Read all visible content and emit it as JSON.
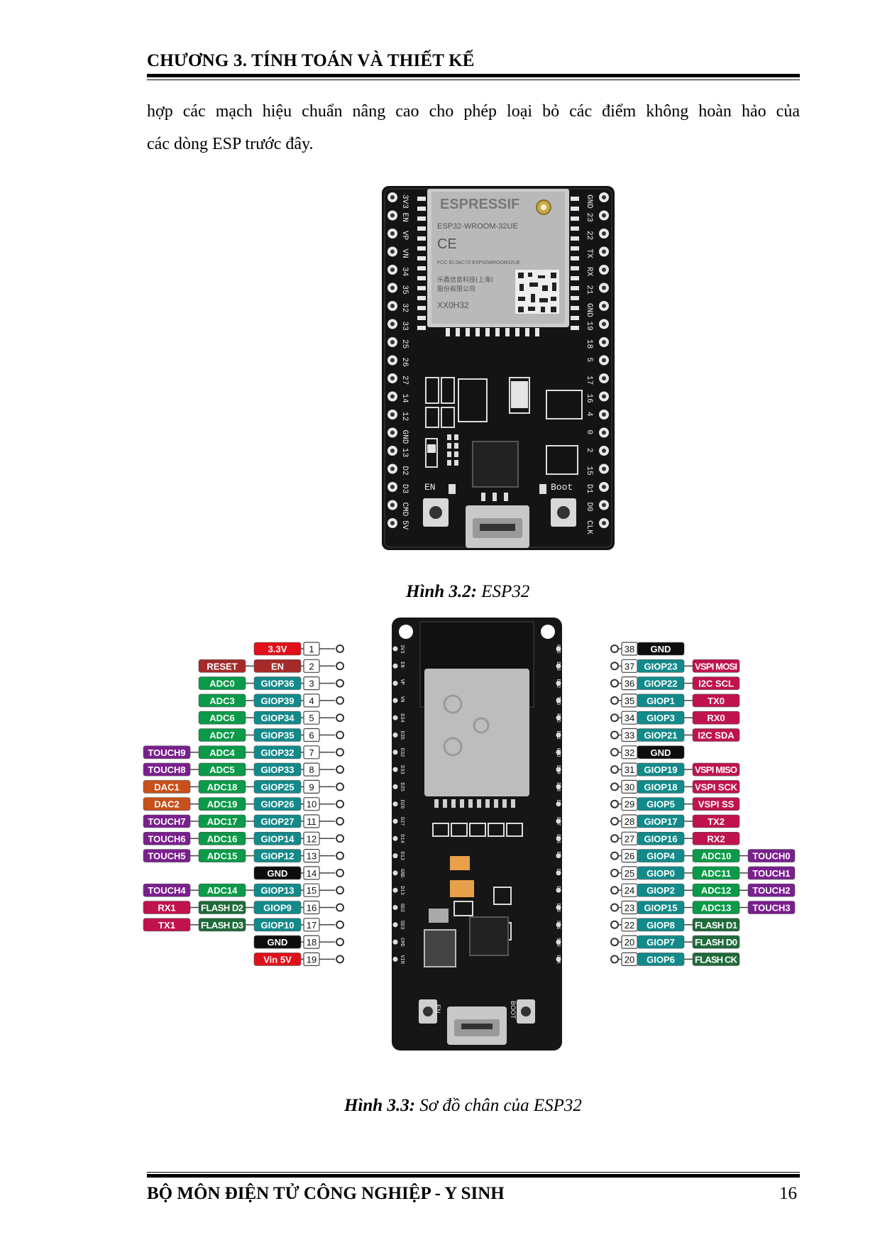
{
  "header": {
    "title": "CHƯƠNG 3. TÍNH TOÁN VÀ THIẾT KẾ"
  },
  "body": {
    "paragraph_line1": "hợp các mạch hiệu chuẩn nâng cao cho phép loại bỏ các điểm không hoàn hảo của",
    "paragraph_line2": "các dòng ESP trước đây."
  },
  "figure1": {
    "module_brand": "ESPRESSIF",
    "module_model": "ESP32-WROOM-32UE",
    "module_mark": "CE",
    "module_fcc": "FCC ID:2AC7Z-ESP32WROOM32UE",
    "module_maker_line1": "乐鑫信息科技(上海)",
    "module_maker_line2": "股份有限公司",
    "module_code": "XX0H32",
    "left_pins": [
      "3V3",
      "EN",
      "VP",
      "VN",
      "34",
      "35",
      "32",
      "33",
      "25",
      "26",
      "27",
      "14",
      "12",
      "GND",
      "13",
      "D2",
      "D3",
      "CMD",
      "5V"
    ],
    "right_pins": [
      "GND",
      "23",
      "22",
      "TX",
      "RX",
      "21",
      "GND",
      "19",
      "18",
      "5",
      "17",
      "16",
      "4",
      "0",
      "2",
      "15",
      "D1",
      "D0",
      "CLK"
    ],
    "button_en": "EN",
    "button_boot": "Boot",
    "caption_label": "Hình 3.2:",
    "caption_text": " ESP32"
  },
  "figure2": {
    "colors": {
      "red": "#e0101a",
      "brown": "#a52a2a",
      "green": "#0a9a48",
      "teal": "#138a8a",
      "purple": "#7a1f8e",
      "orange": "#c8501a",
      "crimson": "#c0134e",
      "darkgreen": "#1f6a3a",
      "black": "#0d0d0d"
    },
    "left_rows": [
      {
        "num": "1",
        "labels": [
          {
            "t": "3.3V",
            "c": "red"
          }
        ]
      },
      {
        "num": "2",
        "labels": [
          {
            "t": "RESET",
            "c": "brown"
          },
          {
            "t": "EN",
            "c": "brown"
          }
        ]
      },
      {
        "num": "3",
        "labels": [
          {
            "t": "ADC0",
            "c": "green"
          },
          {
            "t": "GIOP36",
            "c": "teal"
          }
        ]
      },
      {
        "num": "4",
        "labels": [
          {
            "t": "ADC3",
            "c": "green"
          },
          {
            "t": "GIOP39",
            "c": "teal"
          }
        ]
      },
      {
        "num": "5",
        "labels": [
          {
            "t": "ADC6",
            "c": "green"
          },
          {
            "t": "GIOP34",
            "c": "teal"
          }
        ]
      },
      {
        "num": "6",
        "labels": [
          {
            "t": "ADC7",
            "c": "green"
          },
          {
            "t": "GIOP35",
            "c": "teal"
          }
        ]
      },
      {
        "num": "7",
        "labels": [
          {
            "t": "TOUCH9",
            "c": "purple"
          },
          {
            "t": "ADC4",
            "c": "green"
          },
          {
            "t": "GIOP32",
            "c": "teal"
          }
        ]
      },
      {
        "num": "8",
        "labels": [
          {
            "t": "TOUCH8",
            "c": "purple"
          },
          {
            "t": "ADC5",
            "c": "green"
          },
          {
            "t": "GIOP33",
            "c": "teal"
          }
        ]
      },
      {
        "num": "9",
        "labels": [
          {
            "t": "DAC1",
            "c": "orange"
          },
          {
            "t": "ADC18",
            "c": "green"
          },
          {
            "t": "GIOP25",
            "c": "teal"
          }
        ]
      },
      {
        "num": "10",
        "labels": [
          {
            "t": "DAC2",
            "c": "orange"
          },
          {
            "t": "ADC19",
            "c": "green"
          },
          {
            "t": "GIOP26",
            "c": "teal"
          }
        ]
      },
      {
        "num": "11",
        "labels": [
          {
            "t": "TOUCH7",
            "c": "purple"
          },
          {
            "t": "ADC17",
            "c": "green"
          },
          {
            "t": "GIOP27",
            "c": "teal"
          }
        ]
      },
      {
        "num": "12",
        "labels": [
          {
            "t": "TOUCH6",
            "c": "purple"
          },
          {
            "t": "ADC16",
            "c": "green"
          },
          {
            "t": "GIOP14",
            "c": "teal"
          }
        ]
      },
      {
        "num": "13",
        "labels": [
          {
            "t": "TOUCH5",
            "c": "purple"
          },
          {
            "t": "ADC15",
            "c": "green"
          },
          {
            "t": "GIOP12",
            "c": "teal"
          }
        ]
      },
      {
        "num": "14",
        "labels": [
          {
            "t": "GND",
            "c": "black"
          }
        ]
      },
      {
        "num": "15",
        "labels": [
          {
            "t": "TOUCH4",
            "c": "purple"
          },
          {
            "t": "ADC14",
            "c": "green"
          },
          {
            "t": "GIOP13",
            "c": "teal"
          }
        ]
      },
      {
        "num": "16",
        "labels": [
          {
            "t": "RX1",
            "c": "crimson"
          },
          {
            "t": "FLASH D2",
            "c": "darkgreen"
          },
          {
            "t": "GIOP9",
            "c": "teal"
          }
        ]
      },
      {
        "num": "17",
        "labels": [
          {
            "t": "TX1",
            "c": "crimson"
          },
          {
            "t": "FLASH D3",
            "c": "darkgreen"
          },
          {
            "t": "GIOP10",
            "c": "teal"
          }
        ]
      },
      {
        "num": "18",
        "labels": [
          {
            "t": "GND",
            "c": "black"
          }
        ]
      },
      {
        "num": "19",
        "labels": [
          {
            "t": "Vin 5V",
            "c": "red"
          }
        ]
      }
    ],
    "right_rows": [
      {
        "num": "38",
        "labels": [
          {
            "t": "GND",
            "c": "black"
          }
        ]
      },
      {
        "num": "37",
        "labels": [
          {
            "t": "GIOP23",
            "c": "teal"
          },
          {
            "t": "VSPI MOSI",
            "c": "crimson"
          }
        ]
      },
      {
        "num": "36",
        "labels": [
          {
            "t": "GIOP22",
            "c": "teal"
          },
          {
            "t": "I2C SCL",
            "c": "crimson"
          }
        ]
      },
      {
        "num": "35",
        "labels": [
          {
            "t": "GIOP1",
            "c": "teal"
          },
          {
            "t": "TX0",
            "c": "crimson"
          }
        ]
      },
      {
        "num": "34",
        "labels": [
          {
            "t": "GIOP3",
            "c": "teal"
          },
          {
            "t": "RX0",
            "c": "crimson"
          }
        ]
      },
      {
        "num": "33",
        "labels": [
          {
            "t": "GIOP21",
            "c": "teal"
          },
          {
            "t": "I2C SDA",
            "c": "crimson"
          }
        ]
      },
      {
        "num": "32",
        "labels": [
          {
            "t": "GND",
            "c": "black"
          }
        ]
      },
      {
        "num": "31",
        "labels": [
          {
            "t": "GIOP19",
            "c": "teal"
          },
          {
            "t": "VSPI MISO",
            "c": "crimson"
          }
        ]
      },
      {
        "num": "30",
        "labels": [
          {
            "t": "GIOP18",
            "c": "teal"
          },
          {
            "t": "VSPI SCK",
            "c": "crimson"
          }
        ]
      },
      {
        "num": "29",
        "labels": [
          {
            "t": "GIOP5",
            "c": "teal"
          },
          {
            "t": "VSPI SS",
            "c": "crimson"
          }
        ]
      },
      {
        "num": "28",
        "labels": [
          {
            "t": "GIOP17",
            "c": "teal"
          },
          {
            "t": "TX2",
            "c": "crimson"
          }
        ]
      },
      {
        "num": "27",
        "labels": [
          {
            "t": "GIOP16",
            "c": "teal"
          },
          {
            "t": "RX2",
            "c": "crimson"
          }
        ]
      },
      {
        "num": "26",
        "labels": [
          {
            "t": "GIOP4",
            "c": "teal"
          },
          {
            "t": "ADC10",
            "c": "green"
          },
          {
            "t": "TOUCH0",
            "c": "purple"
          }
        ]
      },
      {
        "num": "25",
        "labels": [
          {
            "t": "GIOP0",
            "c": "teal"
          },
          {
            "t": "ADC11",
            "c": "green"
          },
          {
            "t": "TOUCH1",
            "c": "purple"
          }
        ]
      },
      {
        "num": "24",
        "labels": [
          {
            "t": "GIOP2",
            "c": "teal"
          },
          {
            "t": "ADC12",
            "c": "green"
          },
          {
            "t": "TOUCH2",
            "c": "purple"
          }
        ]
      },
      {
        "num": "23",
        "labels": [
          {
            "t": "GIOP15",
            "c": "teal"
          },
          {
            "t": "ADC13",
            "c": "green"
          },
          {
            "t": "TOUCH3",
            "c": "purple"
          }
        ]
      },
      {
        "num": "22",
        "labels": [
          {
            "t": "GIOP8",
            "c": "teal"
          },
          {
            "t": "FLASH D1",
            "c": "darkgreen"
          }
        ]
      },
      {
        "num": "20",
        "labels": [
          {
            "t": "GIOP7",
            "c": "teal"
          },
          {
            "t": "FLASH D0",
            "c": "darkgreen"
          }
        ]
      },
      {
        "num": "20",
        "labels": [
          {
            "t": "GIOP6",
            "c": "teal"
          },
          {
            "t": "FLASH CK",
            "c": "darkgreen"
          }
        ]
      }
    ],
    "board_left_pins": [
      "3V3",
      "EN",
      "VP",
      "VN",
      "D34",
      "D35",
      "D32",
      "D33",
      "D25",
      "D26",
      "D27",
      "D14",
      "D12",
      "GND",
      "D13",
      "SD2",
      "SD3",
      "CMD",
      "VIN"
    ],
    "board_right_pins": [
      "GND",
      "D23",
      "D22",
      "TXD",
      "RXD",
      "D21",
      "GND",
      "D19",
      "D18",
      "D5",
      "D17",
      "D16",
      "D4",
      "D0",
      "D2",
      "D15",
      "SD1",
      "SD0",
      "CLK"
    ],
    "board_en": "EN",
    "board_boot": "BOOT",
    "caption_label": "Hình 3.3:",
    "caption_text": " Sơ đồ chân của ESP32"
  },
  "footer": {
    "title": "BỘ MÔN ĐIỆN TỬ CÔNG NGHIỆP - Y SINH",
    "page_number": "16"
  }
}
